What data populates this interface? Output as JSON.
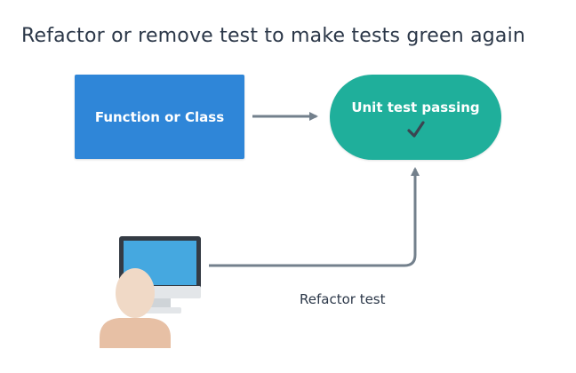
{
  "page": {
    "title": "Refactor or remove test to make tests green again"
  },
  "nodes": {
    "function_box": {
      "label": "Function or Class",
      "color": "#2f86d8"
    },
    "test_pill": {
      "label": "Unit test passing",
      "icon": "checkmark-icon",
      "color": "#1faf9b"
    },
    "developer": {
      "icon": "developer-at-computer-icon"
    }
  },
  "edges": {
    "function_to_test": {
      "from": "Function or Class",
      "to": "Unit test passing"
    },
    "developer_to_test": {
      "from": "developer",
      "to": "Unit test passing",
      "label": "Refactor test"
    }
  },
  "colors": {
    "arrow": "#73808c",
    "text": "#2b3748"
  }
}
